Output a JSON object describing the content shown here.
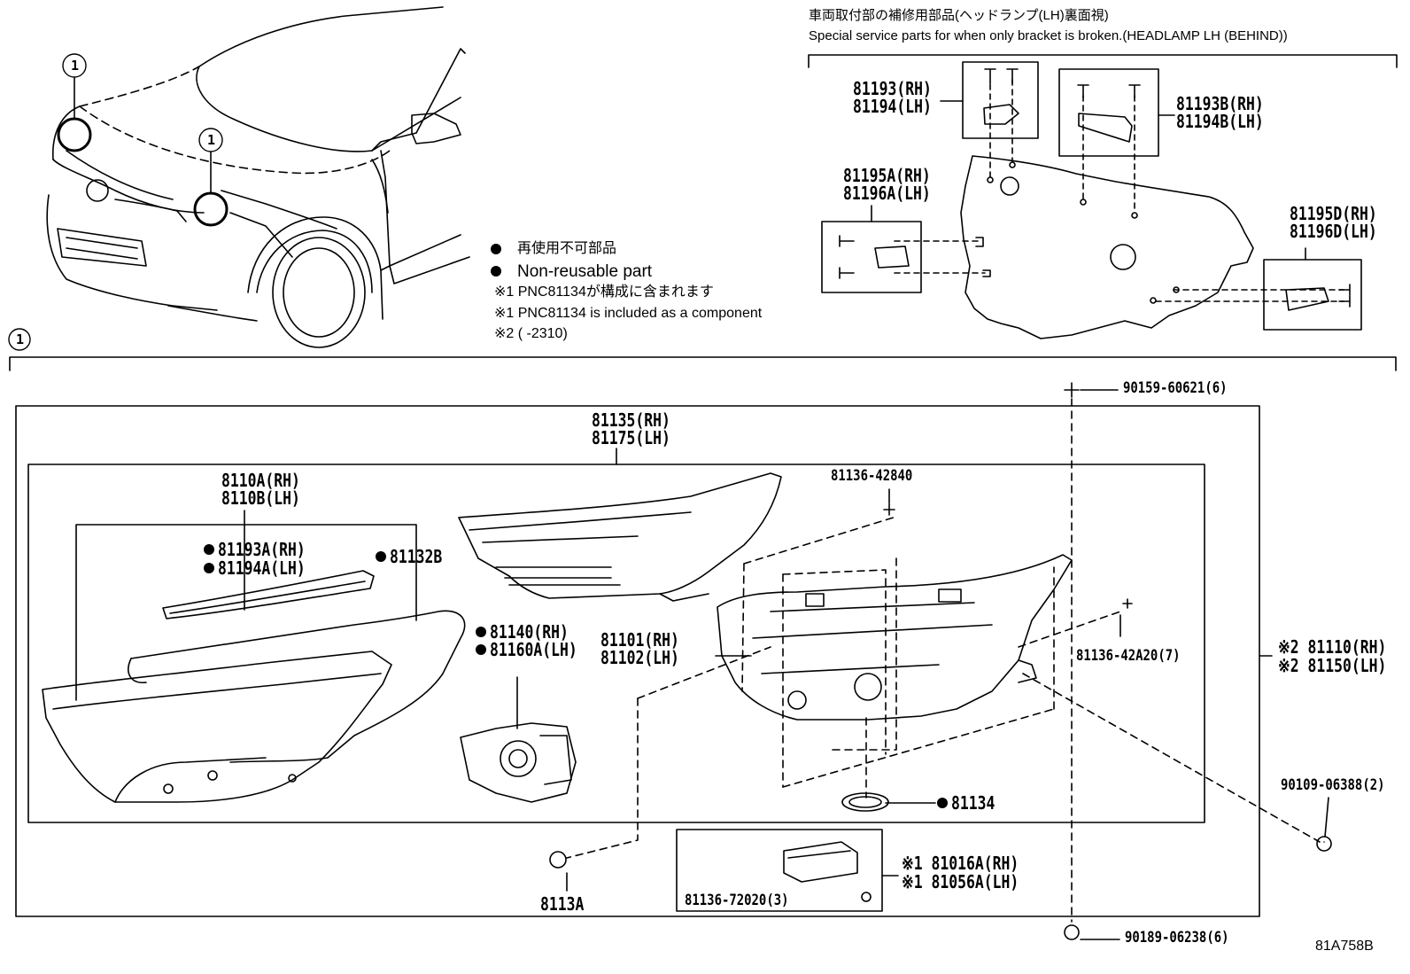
{
  "header": {
    "title_jp": "車両取付部の補修用部品(ヘッドランプ(LH)裏面視)",
    "title_en": "Special service parts for when only bracket is broken.(HEADLAMP LH (BEHIND))"
  },
  "callouts": {
    "c1": "1",
    "c2": "1",
    "c3": "1"
  },
  "legend": {
    "jp": "再使用不可部品",
    "en": "Non-reusable part",
    "note1_jp": "※1 PNC81134が構成に含まれます",
    "note1_en": "※1 PNC81134 is included as a component",
    "note2": "※2 (        -2310)"
  },
  "parts": {
    "p81193_rh": "81193(RH)",
    "p81194_lh": "81194(LH)",
    "p81193b_rh": "81193B(RH)",
    "p81194b_lh": "81194B(LH)",
    "p81195a_rh": "81195A(RH)",
    "p81196a_lh": "81196A(LH)",
    "p81195d_rh": "81195D(RH)",
    "p81196d_lh": "81196D(LH)",
    "p90159": "90159-60621(6)",
    "p81135_rh": "81135(RH)",
    "p81175_lh": "81175(LH)",
    "p8110a_rh": "8110A(RH)",
    "p8110b_lh": "8110B(LH)",
    "p81193a_rh": "81193A(RH)",
    "p81194a_lh": "81194A(LH)",
    "p81132b": "81132B",
    "p81136_42840": "81136-42840",
    "p81140_rh": "81140(RH)",
    "p81160a_lh": "81160A(LH)",
    "p81101_rh": "81101(RH)",
    "p81102_lh": "81102(LH)",
    "p81136_42a20": "81136-42A20(7)",
    "p81110_rh": "※2 81110(RH)",
    "p81150_lh": "※2 81150(LH)",
    "p81134": "81134",
    "p90109": "90109-06388(2)",
    "p81016a_rh": "※1 81016A(RH)",
    "p81056a_lh": "※1 81056A(LH)",
    "p81136_72020": "81136-72020(3)",
    "p8113a": "8113A",
    "p90189": "90189-06238(6)"
  },
  "diagram_id": "81A758B"
}
